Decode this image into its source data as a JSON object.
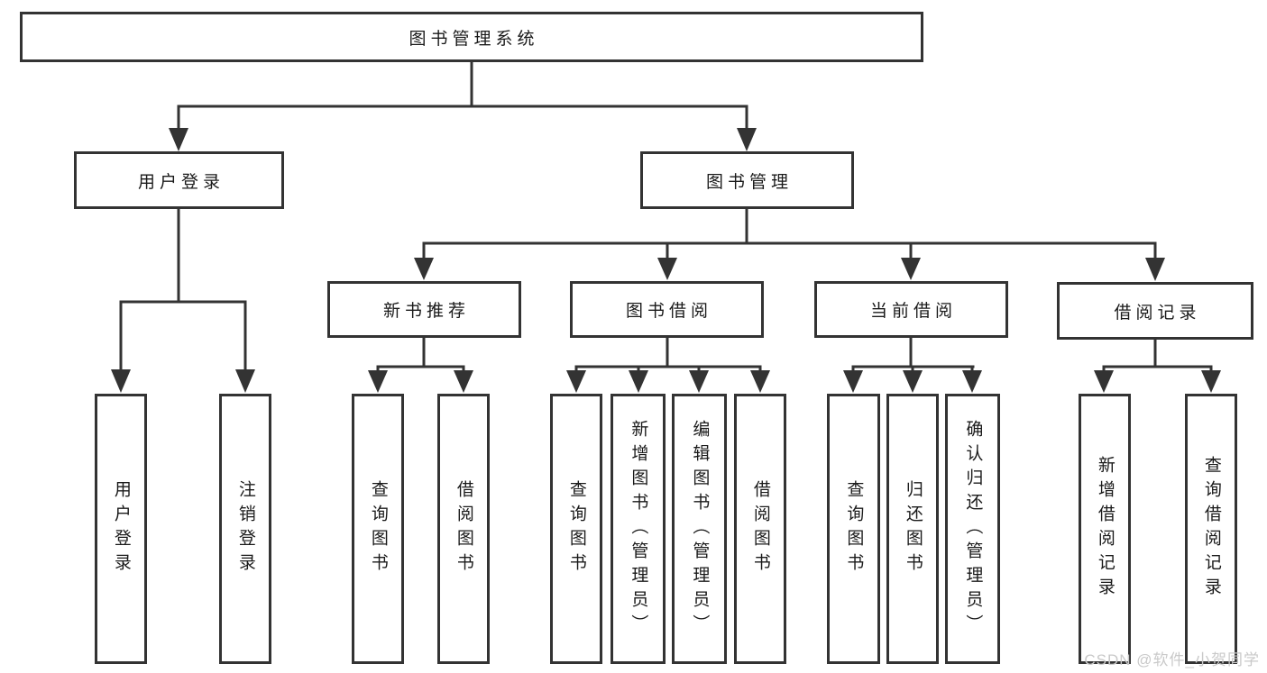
{
  "diagram": {
    "root": {
      "label": "图书管理系统"
    },
    "level2": [
      {
        "label": "用户登录"
      },
      {
        "label": "图书管理"
      }
    ],
    "level3": [
      {
        "label": "新书推荐",
        "parent": "图书管理"
      },
      {
        "label": "图书借阅",
        "parent": "图书管理"
      },
      {
        "label": "当前借阅",
        "parent": "图书管理"
      },
      {
        "label": "借阅记录",
        "parent": "图书管理"
      }
    ],
    "leaves": [
      {
        "label": "用户登录",
        "parent": "用户登录"
      },
      {
        "label": "注销登录",
        "parent": "用户登录"
      },
      {
        "label": "查询图书",
        "parent": "新书推荐"
      },
      {
        "label": "借阅图书",
        "parent": "新书推荐"
      },
      {
        "label": "查询图书",
        "parent": "图书借阅"
      },
      {
        "label": "新增图书（管理员）",
        "parent": "图书借阅"
      },
      {
        "label": "编辑图书（管理员）",
        "parent": "图书借阅"
      },
      {
        "label": "借阅图书",
        "parent": "图书借阅"
      },
      {
        "label": "查询图书",
        "parent": "当前借阅"
      },
      {
        "label": "归还图书",
        "parent": "当前借阅"
      },
      {
        "label": "确认归还（管理员）",
        "parent": "当前借阅"
      },
      {
        "label": "新增借阅记录",
        "parent": "借阅记录"
      },
      {
        "label": "查询借阅记录",
        "parent": "借阅记录"
      }
    ],
    "watermark": "CSDN @软件_小贺同学",
    "colors": {
      "box_border": "#333333",
      "connector": "#333333",
      "text": "#1a1a1a",
      "watermark": "#c9c9c9",
      "background": "#ffffff"
    }
  }
}
